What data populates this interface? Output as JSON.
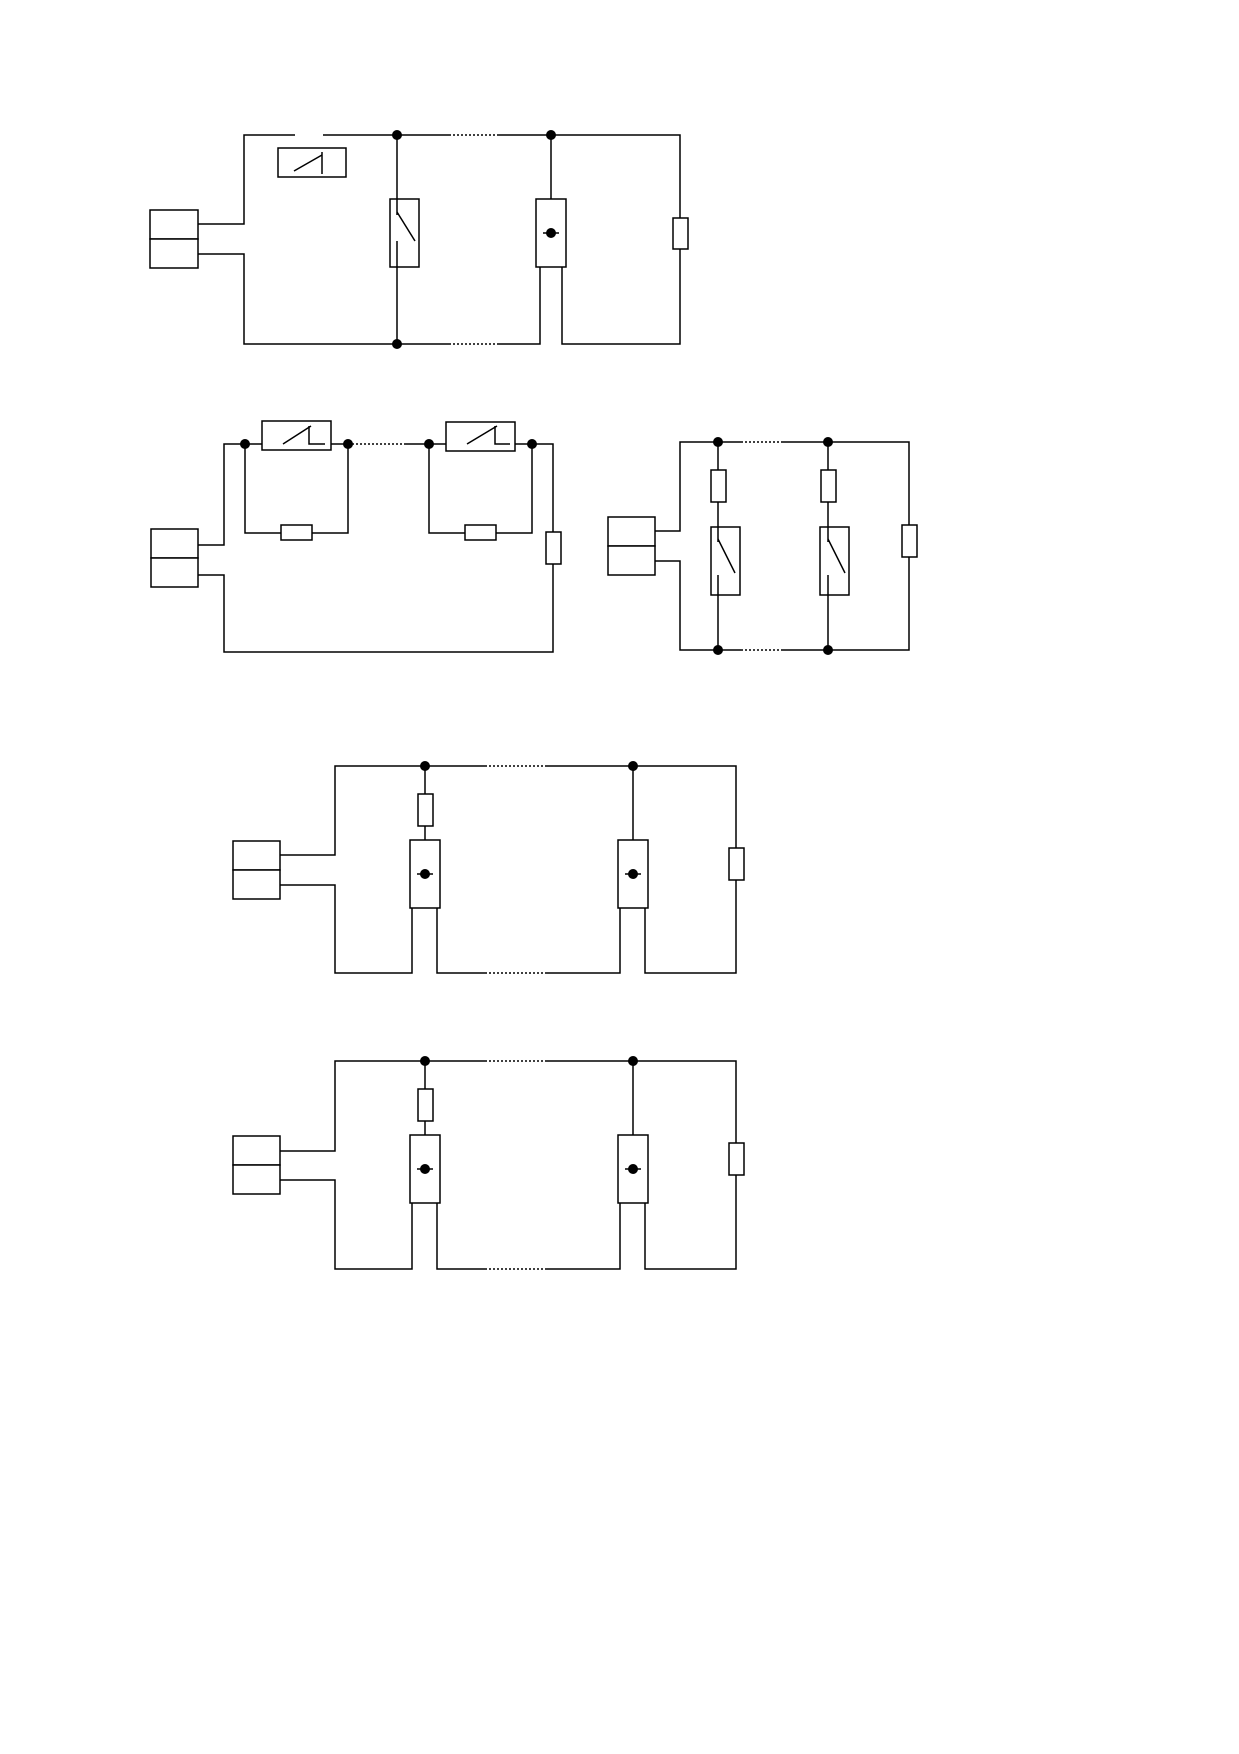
{
  "page": {
    "background_color": "#ffffff",
    "stroke_color": "#000000"
  },
  "circuits": [
    {
      "id": "circuit-1",
      "components": [
        "terminal-block",
        "relay-contact",
        "switch",
        "detector",
        "end-of-line-resistor"
      ]
    },
    {
      "id": "circuit-2",
      "components": [
        "terminal-block",
        "relay-contact",
        "resistor",
        "relay-contact",
        "resistor",
        "end-of-line-resistor"
      ]
    },
    {
      "id": "circuit-3",
      "components": [
        "terminal-block",
        "resistor",
        "switch",
        "resistor",
        "switch",
        "end-of-line-resistor"
      ]
    },
    {
      "id": "circuit-4",
      "components": [
        "terminal-block",
        "resistor",
        "detector",
        "detector",
        "end-of-line-resistor"
      ]
    },
    {
      "id": "circuit-5",
      "components": [
        "terminal-block",
        "resistor",
        "detector",
        "detector",
        "end-of-line-resistor"
      ]
    }
  ]
}
